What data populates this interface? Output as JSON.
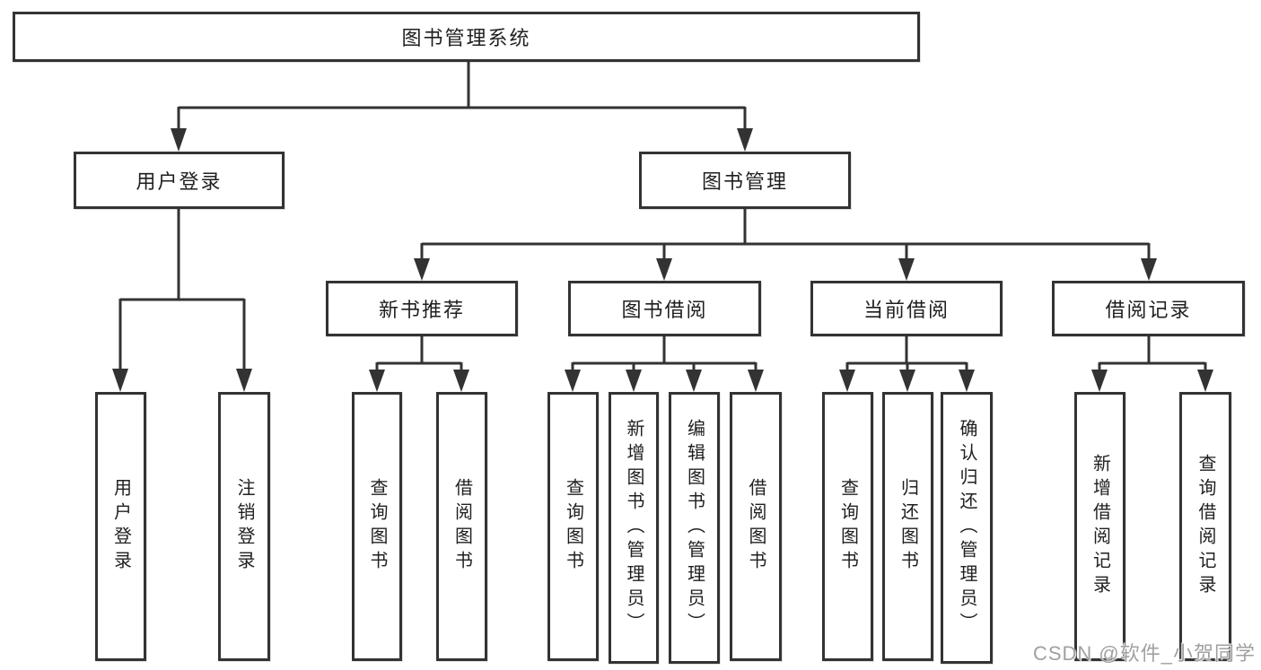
{
  "diagram": {
    "root": "图书管理系统",
    "level2": [
      "用户登录",
      "图书管理"
    ],
    "level3": [
      "新书推荐",
      "图书借阅",
      "当前借阅",
      "借阅记录"
    ],
    "leaves_user_login": [
      "用户登录",
      "注销登录"
    ],
    "leaves_new_books": [
      "查询图书",
      "借阅图书"
    ],
    "leaves_book_borrowing": [
      "查询图书",
      "新增图书（管理员）",
      "编辑图书（管理员）",
      "借阅图书"
    ],
    "leaves_current_borrowing": [
      "查询图书",
      "归还图书",
      "确认归还（管理员）"
    ],
    "leaves_borrowing_records": [
      "新增借阅记录",
      "查询借阅记录"
    ],
    "colors": {
      "line": "#333333",
      "box_border": "#333333",
      "box_fill": "#ffffff",
      "text": "#1f1f1f",
      "watermark_text": "#a0a0a0",
      "background": "#ffffff"
    }
  },
  "watermark": {
    "label": "CSDN @软件_小贺同学"
  }
}
